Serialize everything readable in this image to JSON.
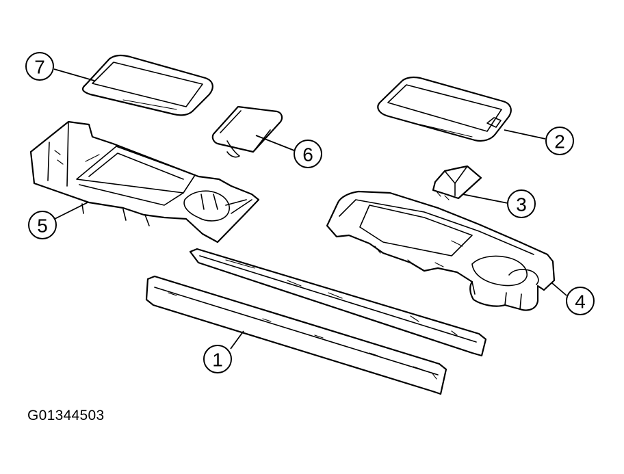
{
  "diagram": {
    "figure_code": "G01344503",
    "callouts": [
      "1",
      "2",
      "3",
      "4",
      "5",
      "6",
      "7"
    ]
  }
}
